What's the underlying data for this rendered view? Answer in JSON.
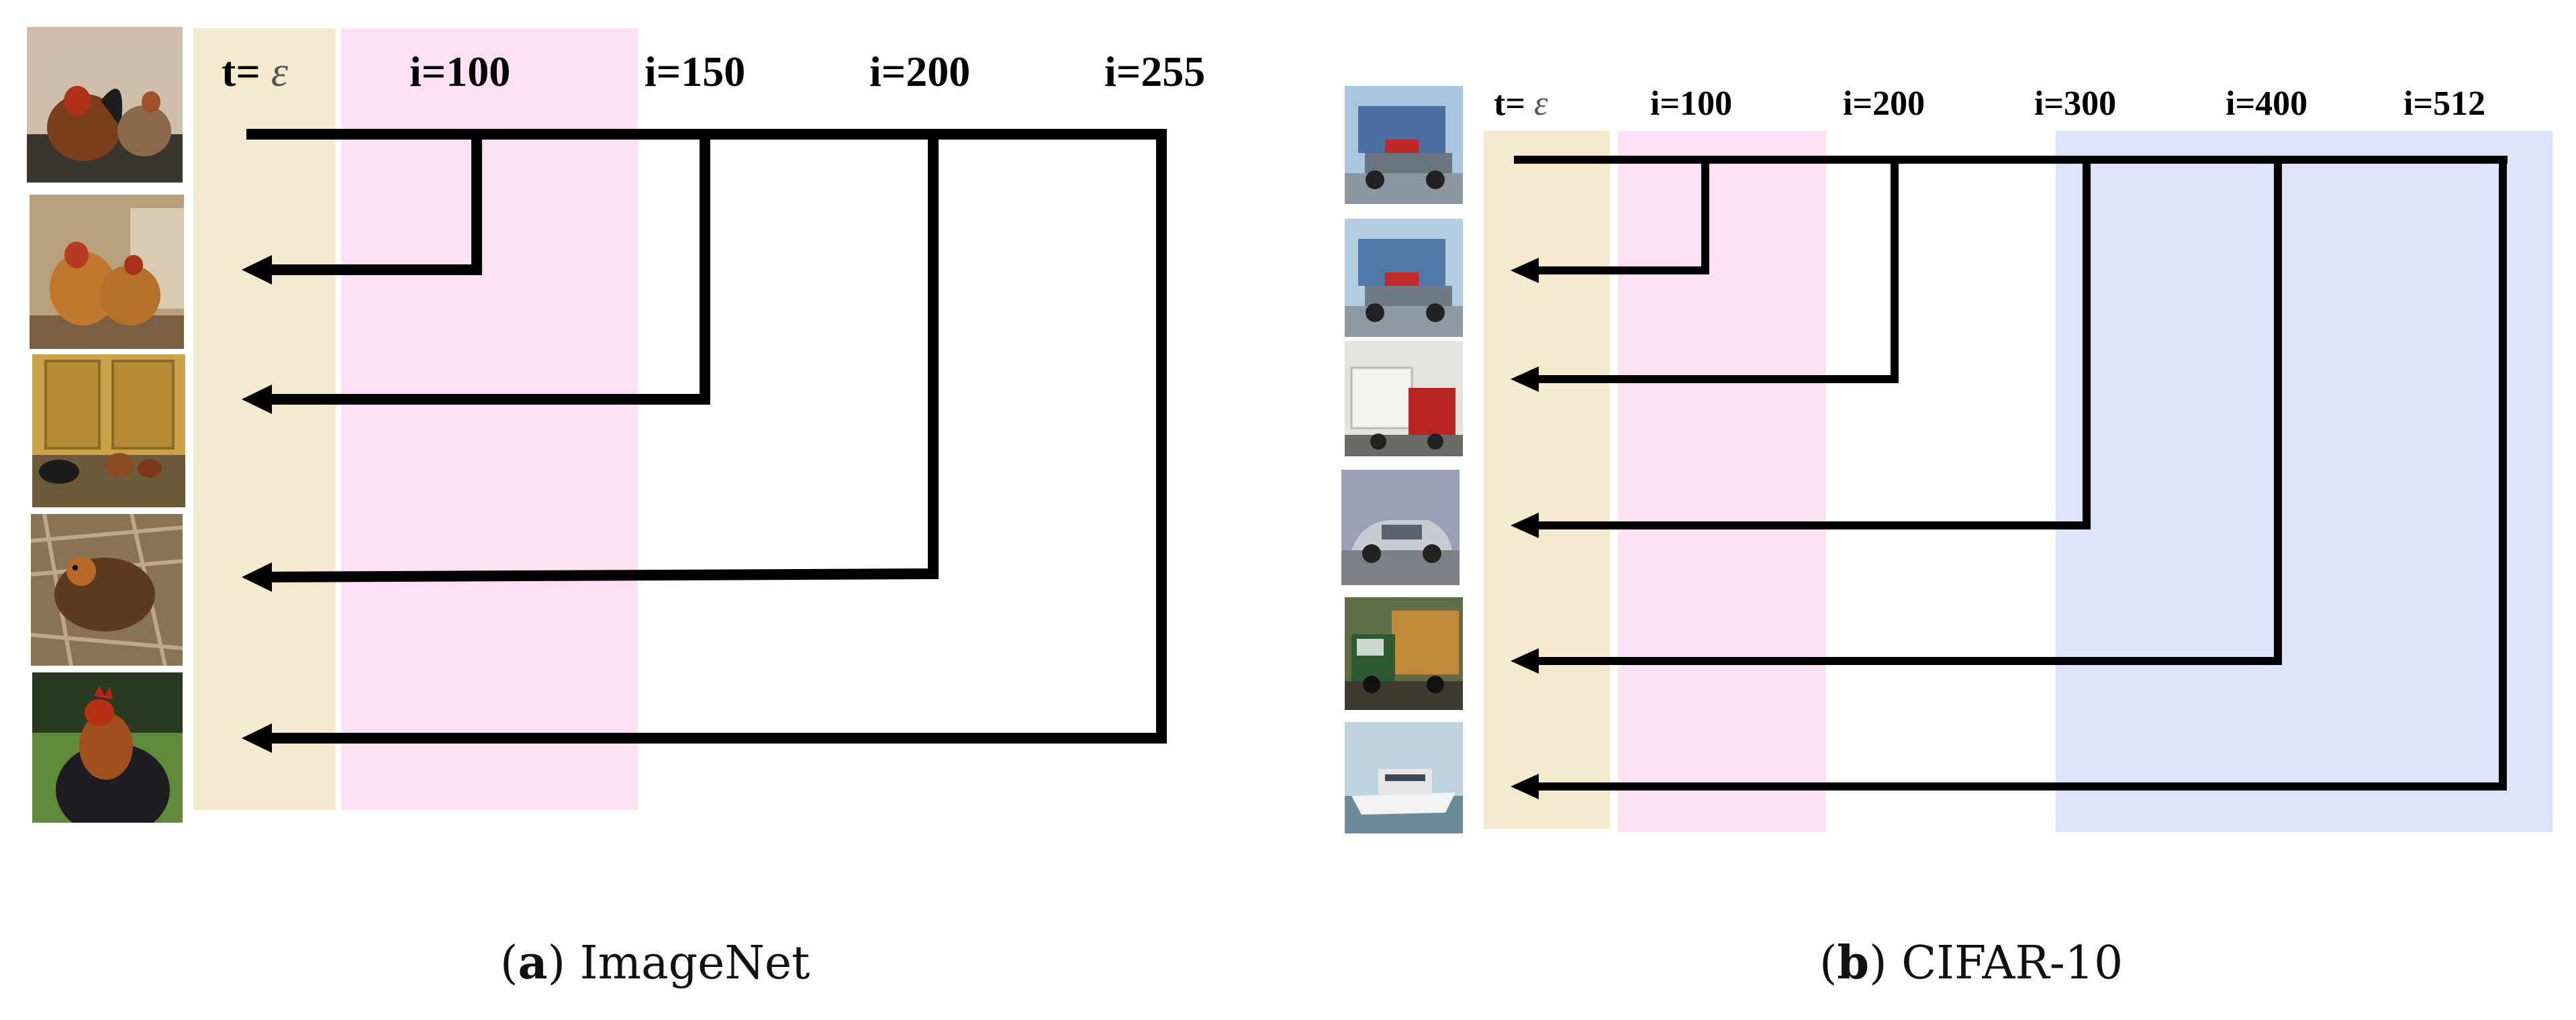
{
  "panel_a": {
    "timestep_prefix": "t=",
    "epsilon": "ε",
    "labels": [
      "i=100",
      "i=150",
      "i=200",
      "i=255"
    ],
    "caption_letter": "a",
    "caption_text": "ImageNet",
    "thumbnails": [
      "rooster-and-hen",
      "two-hens",
      "chicks-in-coop",
      "hen-on-straw",
      "rooster"
    ]
  },
  "panel_b": {
    "timestep_prefix": "t=",
    "epsilon": "ε",
    "labels": [
      "i=100",
      "i=200",
      "i=300",
      "i=400",
      "i=512"
    ],
    "caption_letter": "b",
    "caption_text": "CIFAR-10",
    "thumbnails": [
      "blue-red-truck",
      "blue-red-truck",
      "red-white-truck",
      "silver-car",
      "green-cargo-truck",
      "boat"
    ]
  },
  "colors": {
    "epsilon_band": "#f5e9cf",
    "pink_band": "#fde0f4",
    "blue_band": "#dde3fb",
    "arrow": "#000000"
  }
}
